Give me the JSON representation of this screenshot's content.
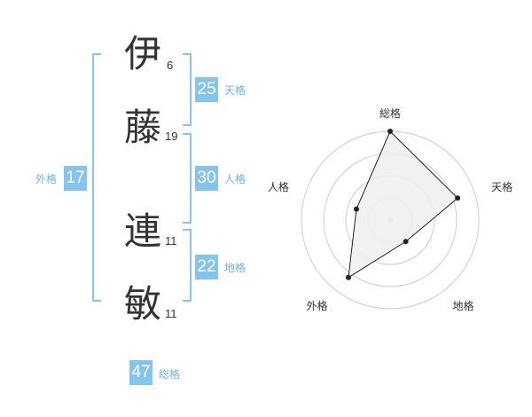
{
  "name": {
    "chars": [
      {
        "char": "伊",
        "strokes": "6"
      },
      {
        "char": "藤",
        "strokes": "19"
      },
      {
        "char": "連",
        "strokes": "11"
      },
      {
        "char": "敏",
        "strokes": "11"
      }
    ]
  },
  "fortunes": {
    "tenkaku": {
      "value": "25",
      "label": "天格"
    },
    "jinkaku": {
      "value": "30",
      "label": "人格"
    },
    "chikaku": {
      "value": "22",
      "label": "地格"
    },
    "gaikaku": {
      "value": "17",
      "label": "外格"
    },
    "soukaku": {
      "value": "47",
      "label": "総格"
    }
  },
  "colors": {
    "accent": "#85c4ec",
    "accent_text": "#6ab5e6",
    "radar_fill": "#eeeeee"
  },
  "chart_data": {
    "type": "radar",
    "axes": [
      "総格",
      "天格",
      "地格",
      "外格",
      "人格"
    ],
    "levels": 4,
    "max": 4,
    "values": [
      4,
      3.2,
      1.2,
      3.2,
      1.6
    ]
  }
}
